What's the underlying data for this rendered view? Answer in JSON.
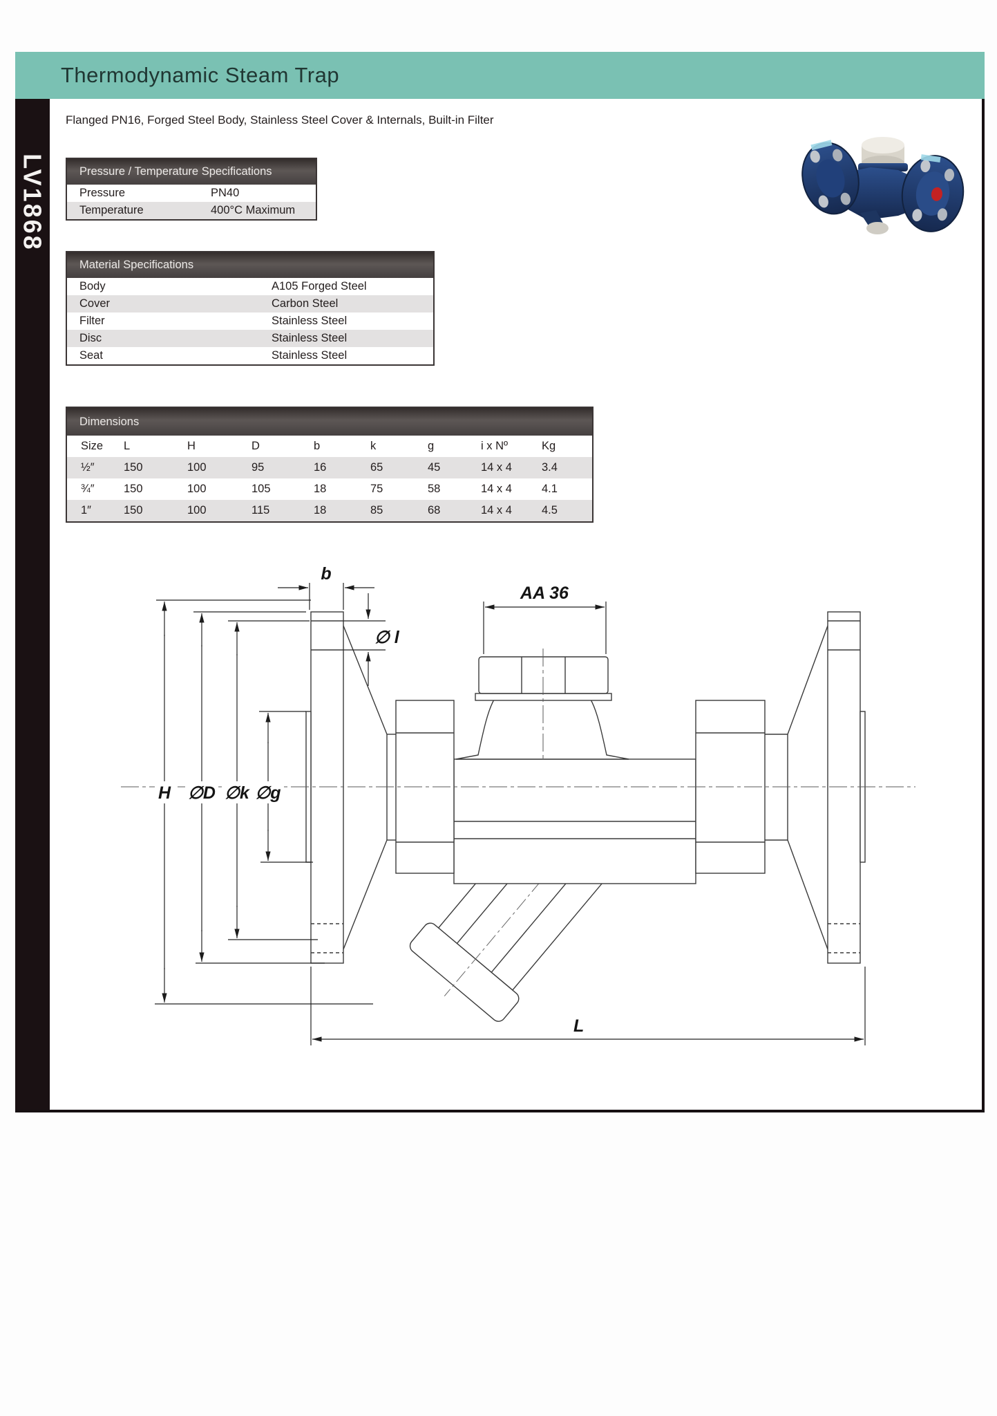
{
  "page": {
    "code": "LV1868",
    "title": "Thermodynamic Steam Trap",
    "subtitle": "Flanged PN16, Forged Steel Body, Stainless Steel Cover & Internals, Built-in Filter"
  },
  "pressure_temp_table": {
    "title": "Pressure / Temperature Specifications",
    "rows": [
      {
        "label": "Pressure",
        "value": "PN40"
      },
      {
        "label": "Temperature",
        "value": "400°C Maximum"
      }
    ]
  },
  "materials_table": {
    "title": "Material Specifications",
    "rows": [
      {
        "label": "Body",
        "value": "A105 Forged Steel"
      },
      {
        "label": "Cover",
        "value": "Carbon Steel"
      },
      {
        "label": "Filter",
        "value": "Stainless Steel"
      },
      {
        "label": "Disc",
        "value": "Stainless Steel"
      },
      {
        "label": "Seat",
        "value": "Stainless Steel"
      }
    ]
  },
  "dimensions_table": {
    "title": "Dimensions",
    "columns": [
      "Size",
      "L",
      "H",
      "D",
      "b",
      "k",
      "g",
      "i x Nº",
      "Kg"
    ],
    "rows": [
      [
        "½″",
        "150",
        "100",
        "95",
        "16",
        "65",
        "45",
        "14 x 4",
        "3.4"
      ],
      [
        "¾″",
        "150",
        "100",
        "105",
        "18",
        "75",
        "58",
        "14 x 4",
        "4.1"
      ],
      [
        "1″",
        "150",
        "100",
        "115",
        "18",
        "85",
        "68",
        "14 x 4",
        "4.5"
      ]
    ]
  },
  "drawing": {
    "labels": {
      "b": "b",
      "l": "∅ l",
      "aa": "AA 36",
      "H": "H",
      "D": "∅D",
      "k": "∅k",
      "g": "∅g",
      "L": "L"
    }
  },
  "colors": {
    "teal_band": "#7ac1b3",
    "title_text": "#203733",
    "table_header_bg": "#4a4443",
    "row_alt": "#e3e1e1",
    "sidebar": "#1a1113",
    "photo_navy": "#24447c",
    "photo_red_dot": "#c32222"
  }
}
